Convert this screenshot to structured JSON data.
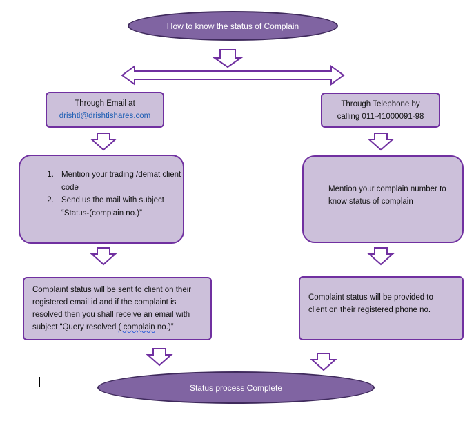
{
  "top_ellipse": {
    "label": "How to know the status of Complain"
  },
  "left_branch": {
    "channel_box": {
      "line1": "Through Email at",
      "email": "drishti@drishtishares.com"
    },
    "steps_box": {
      "steps": [
        "Mention your trading /demat client code",
        "Send us the mail with subject “Status-(complain no.)”"
      ]
    },
    "result_box": {
      "text_before": "Complaint status will be sent to client on their registered email id and if the complaint is resolved then you shall receive an email with subject “Query resolved ",
      "text_squiggle": "( complain",
      "text_after": " no.)”"
    }
  },
  "right_branch": {
    "channel_box": {
      "line1": "Through Telephone by",
      "line2": "calling 011-41000091-98"
    },
    "steps_box": {
      "text": "Mention your complain number to know status of complain"
    },
    "result_box": {
      "text": "Complaint status will be provided to client on their registered phone no."
    }
  },
  "bottom_ellipse": {
    "label": "Status process Complete"
  },
  "colors": {
    "ellipse_fill": "#8064a2",
    "ellipse_border": "#3f2a5c",
    "box_fill": "#ccc0da",
    "box_border": "#7030a0",
    "arrow_stroke": "#7030a0",
    "link": "#1f5fb4"
  }
}
